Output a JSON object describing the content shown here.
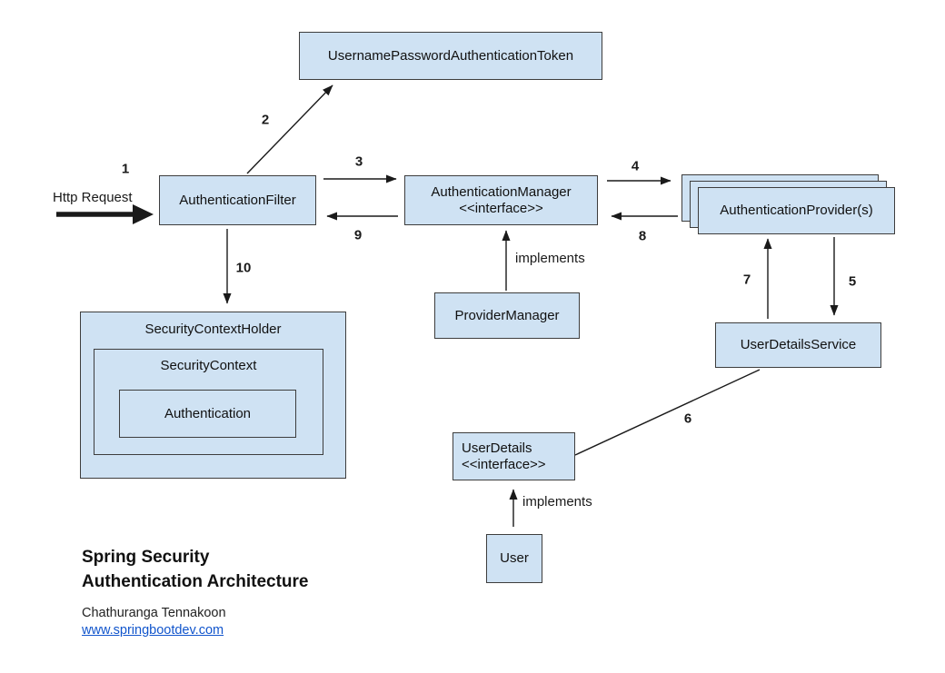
{
  "nodes": {
    "token": {
      "label": "UsernamePasswordAuthenticationToken"
    },
    "filter": {
      "label": "AuthenticationFilter"
    },
    "manager": {
      "label": "AuthenticationManager",
      "stereotype": "<<interface>>"
    },
    "providers": {
      "label": "AuthenticationProvider(s)"
    },
    "providerManager": {
      "label": "ProviderManager"
    },
    "userDetailsService": {
      "label": "UserDetailsService"
    },
    "securityContextHolder": {
      "label": "SecurityContextHolder"
    },
    "securityContext": {
      "label": "SecurityContext"
    },
    "authentication": {
      "label": "Authentication"
    },
    "userDetails": {
      "label": "UserDetails",
      "stereotype": "<<interface>>"
    },
    "user": {
      "label": "User"
    }
  },
  "edges": {
    "httpRequest": {
      "number": "1",
      "label": "Http Request"
    },
    "filterToToken": {
      "number": "2"
    },
    "filterToManager": {
      "number": "3"
    },
    "managerToProviders": {
      "number": "4"
    },
    "providersToService": {
      "number": "5"
    },
    "serviceToUserDetails": {
      "number": "6"
    },
    "serviceToProviders": {
      "number": "7"
    },
    "providersToManager": {
      "number": "8"
    },
    "managerToFilter": {
      "number": "9"
    },
    "filterToHolder": {
      "number": "10"
    },
    "managerImplements": {
      "label": "implements"
    },
    "userDetailsImplements": {
      "label": "implements"
    }
  },
  "footer": {
    "title_line1": "Spring Security",
    "title_line2": "Authentication Architecture",
    "author": "Chathuranga Tennakoon",
    "link": "www.springbootdev.com"
  },
  "colors": {
    "node_fill": "#cfe2f3",
    "node_border": "#3d3d3d",
    "line": "#1a1a1a",
    "link_text": "#1155cc"
  }
}
